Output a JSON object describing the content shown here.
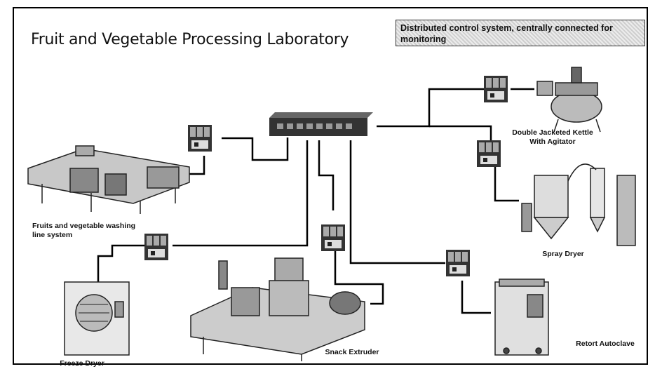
{
  "title": "Fruit and Vegetable Processing Laboratory",
  "note": "Distributed control system, centrally connected for monitoring",
  "labels": {
    "kettle": "Double Jacketed Kettle With Agitator",
    "washing": "Fruits and vegetable washing line system",
    "spray": "Spray Dryer",
    "freeze": "Freeze Dryer",
    "extruder": "Snack Extruder",
    "retort": "Retort Autoclave"
  }
}
